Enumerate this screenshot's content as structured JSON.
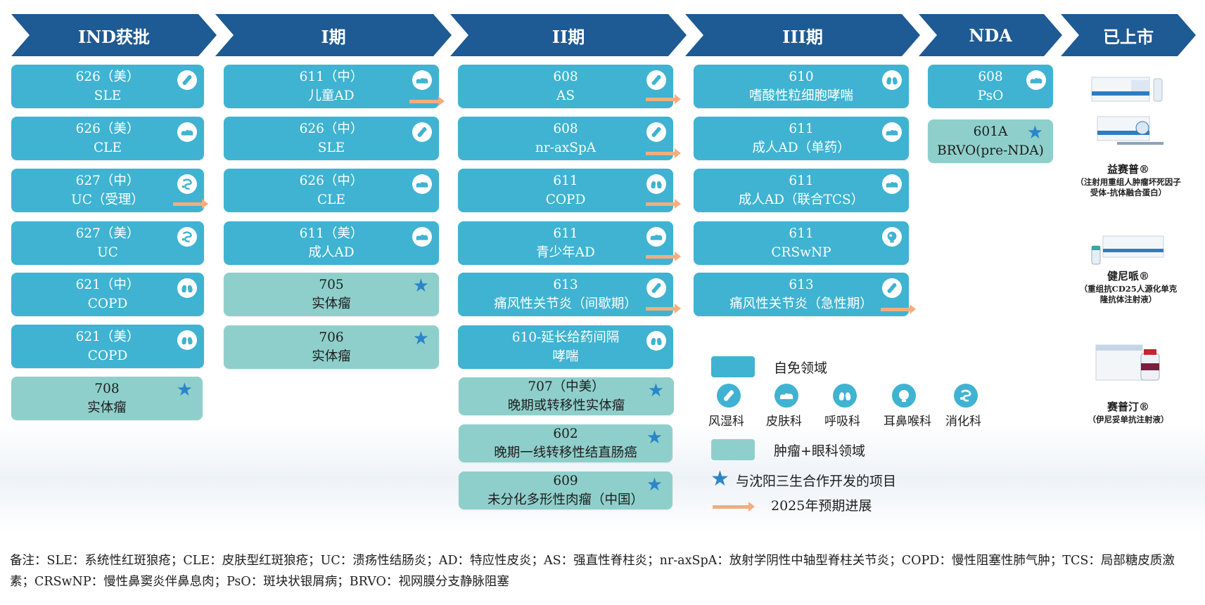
{
  "phases": [
    {
      "label": "IND获批"
    },
    {
      "label": "I期"
    },
    {
      "label": "II期"
    },
    {
      "label": "III期"
    },
    {
      "label": "NDA"
    },
    {
      "label": "已上市"
    }
  ],
  "colors": {
    "header": "#1e5a93",
    "immune": "#3fb3d1",
    "oncology_ophthalmology": "#8fcfcb",
    "star": "#2a86c9",
    "arrow": "#f3ad7e"
  },
  "cards": [
    {
      "id": "c1",
      "line1": "626（美）",
      "line2": "SLE",
      "type": "immune",
      "icon": "rheumatology-icon"
    },
    {
      "id": "c2",
      "line1": "626（美）",
      "line2": "CLE",
      "type": "immune",
      "icon": "dermatology-icon"
    },
    {
      "id": "c3",
      "line1": "627（中）",
      "line2": "UC（受理）",
      "type": "immune",
      "icon": "gastroenterology-icon"
    },
    {
      "id": "c4",
      "line1": "627（美）",
      "line2": "UC",
      "type": "immune",
      "icon": "gastroenterology-icon"
    },
    {
      "id": "c5",
      "line1": "621（中）",
      "line2": "COPD",
      "type": "immune",
      "icon": "respiratory-icon"
    },
    {
      "id": "c6",
      "line1": "621（美）",
      "line2": "COPD",
      "type": "immune",
      "icon": "respiratory-icon"
    },
    {
      "id": "c7",
      "line1": "708",
      "line2": "实体瘤",
      "type": "onco",
      "icon": "star"
    },
    {
      "id": "c8",
      "line1": "611（中）",
      "line2": "儿童AD",
      "type": "immune",
      "icon": "dermatology-icon"
    },
    {
      "id": "c9",
      "line1": "626（中）",
      "line2": "SLE",
      "type": "immune",
      "icon": "rheumatology-icon"
    },
    {
      "id": "c10",
      "line1": "626（中）",
      "line2": "CLE",
      "type": "immune",
      "icon": "dermatology-icon"
    },
    {
      "id": "c11",
      "line1": "611（美）",
      "line2": "成人AD",
      "type": "immune",
      "icon": "dermatology-icon"
    },
    {
      "id": "c12",
      "line1": "705",
      "line2": "实体瘤",
      "type": "onco",
      "icon": "star"
    },
    {
      "id": "c13",
      "line1": "706",
      "line2": "实体瘤",
      "type": "onco",
      "icon": "star"
    },
    {
      "id": "c14",
      "line1": "608",
      "line2": "AS",
      "type": "immune",
      "icon": "rheumatology-icon"
    },
    {
      "id": "c15",
      "line1": "608",
      "line2": "nr-axSpA",
      "type": "immune",
      "icon": "rheumatology-icon"
    },
    {
      "id": "c16",
      "line1": "611",
      "line2": "COPD",
      "type": "immune",
      "icon": "respiratory-icon"
    },
    {
      "id": "c17",
      "line1": "611",
      "line2": "青少年AD",
      "type": "immune",
      "icon": "dermatology-icon"
    },
    {
      "id": "c18",
      "line1": "613",
      "line2": "痛风性关节炎（间歇期）",
      "type": "immune",
      "icon": "rheumatology-icon"
    },
    {
      "id": "c19",
      "line1": "610-延长给药间隔",
      "line2": "哮喘",
      "type": "immune",
      "icon": "respiratory-icon"
    },
    {
      "id": "c20",
      "line1": "707（中美）",
      "line2": "晚期或转移性实体瘤",
      "type": "onco",
      "icon": "star"
    },
    {
      "id": "c21",
      "line1": "602",
      "line2": "晚期一线转移性结直肠癌",
      "type": "onco",
      "icon": "star"
    },
    {
      "id": "c22",
      "line1": "609",
      "line2": "未分化多形性肉瘤（中国）",
      "type": "onco",
      "icon": "star"
    },
    {
      "id": "c23",
      "line1": "610",
      "line2": "嗜酸性粒细胞哮喘",
      "type": "immune",
      "icon": "respiratory-icon"
    },
    {
      "id": "c24",
      "line1": "611",
      "line2": "成人AD（单药）",
      "type": "immune",
      "icon": "dermatology-icon"
    },
    {
      "id": "c25",
      "line1": "611",
      "line2": "成人AD（联合TCS）",
      "type": "immune",
      "icon": "dermatology-icon"
    },
    {
      "id": "c26",
      "line1": "611",
      "line2": "CRSwNP",
      "type": "immune",
      "icon": "ent-icon"
    },
    {
      "id": "c27",
      "line1": "613",
      "line2": "痛风性关节炎（急性期）",
      "type": "immune",
      "icon": "rheumatology-icon"
    },
    {
      "id": "c28",
      "line1": "608",
      "line2": "PsO",
      "type": "immune",
      "icon": "dermatology-icon"
    },
    {
      "id": "c29",
      "line1": "601A",
      "line2": "BRVO(pre-NDA)",
      "type": "onco",
      "icon": "star"
    }
  ],
  "legend": {
    "immune_label": "自免领域",
    "onco_label": "肿瘤+眼科领域",
    "star_label": "与沈阳三生合作开发的项目",
    "arrow_label": "2025年预期进展",
    "departments": [
      {
        "label": "风湿科",
        "icon": "rheumatology-icon"
      },
      {
        "label": "皮肤科",
        "icon": "dermatology-icon"
      },
      {
        "label": "呼吸科",
        "icon": "respiratory-icon"
      },
      {
        "label": "耳鼻喉科",
        "icon": "ent-icon"
      },
      {
        "label": "消化科",
        "icon": "gastroenterology-icon"
      }
    ]
  },
  "products": [
    {
      "name": "益赛普®",
      "desc": "（注射用重组人肿瘤坏死因子受体-抗体融合蛋白）"
    },
    {
      "name": "健尼哌®",
      "desc": "（重组抗CD25人源化单克隆抗体注射液）"
    },
    {
      "name": "赛普汀®",
      "desc": "（伊尼妥单抗注射液）"
    }
  ],
  "footnote": "备注：SLE：系统性红斑狼疮；CLE：皮肤型红斑狼疮；UC：溃疡性结肠炎；AD：特应性皮炎；AS：强直性脊柱炎；nr-axSpA：放射学阴性中轴型脊柱关节炎；COPD：慢性阻塞性肺气肿；TCS：局部糖皮质激素；CRSwNP：慢性鼻窦炎伴鼻息肉；PsO：斑块状银屑病；BRVO：视网膜分支静脉阻塞"
}
